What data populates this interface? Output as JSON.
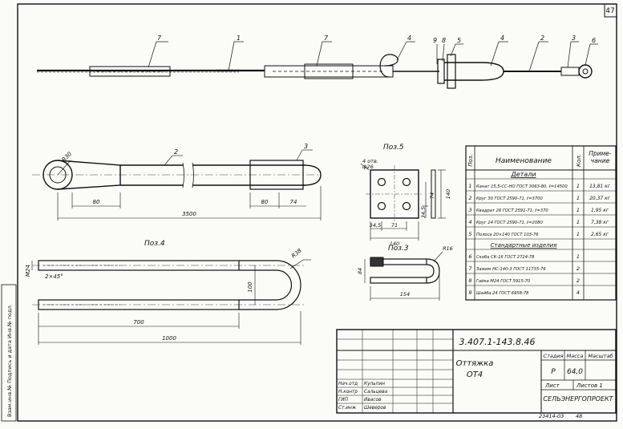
{
  "sheet_number": "47",
  "drawing_code": "3.407.1-143.8.46",
  "title_line1": "Оттяжка",
  "title_line2": "ОТ4",
  "stamp": {
    "stage_header": "Стадия",
    "mass_header": "Масса",
    "scale_header": "Масштаб",
    "stage": "Р",
    "mass": "64,0",
    "sheet_label": "Лист",
    "sheets_label": "Листов 1",
    "org": "СЕЛЬЭНЕРГОПРОЕКТ",
    "signatures": [
      {
        "role": "Нач.отд",
        "name": "Кульпин"
      },
      {
        "role": "Н.контр",
        "name": "Сальцева"
      },
      {
        "role": "ГИП",
        "name": "Ивасов"
      },
      {
        "role": "Ст.инж",
        "name": "Шеверов"
      }
    ]
  },
  "bottom_code": "23414-03",
  "bottom_page": "48",
  "side_stamp": "Взам.инв.№  Подпись и дата  Инв.№ подл.",
  "spec": {
    "headers": {
      "pos": "Поз.",
      "name": "Наименование",
      "qty": "Кол.",
      "note": "Приме-чание"
    },
    "section_details": "Детали",
    "section_standard": "Стандартные изделия",
    "rows": [
      {
        "pos": "1",
        "name": "Канат 15,5-СС-НО ГОСТ 3063-80, ℓ=14500",
        "qty": "1",
        "note": "13,81 кг"
      },
      {
        "pos": "2",
        "name": "Круг 30 ГОСТ 2590-71, ℓ=3700",
        "qty": "1",
        "note": "20,37 кг"
      },
      {
        "pos": "3",
        "name": "Квадрат 26 ГОСТ 2591-71, ℓ=370",
        "qty": "1",
        "note": "1,95 кг"
      },
      {
        "pos": "4",
        "name": "Круг 24 ГОСТ 2590-71, ℓ=2080",
        "qty": "1",
        "note": "7,38 кг"
      },
      {
        "pos": "5",
        "name": "Полоса 20×140 ГОСТ 103-76",
        "qty": "1",
        "note": "2,65 кг"
      },
      {
        "pos": "6",
        "name": "Скоба СК-16 ГОСТ 2724-78",
        "qty": "1",
        "note": ""
      },
      {
        "pos": "7",
        "name": "Зажим НС-140-3 ГОСТ 11735-76",
        "qty": "2",
        "note": ""
      },
      {
        "pos": "8",
        "name": "Гайка М24 ГОСТ 5915-70",
        "qty": "2",
        "note": ""
      },
      {
        "pos": "9",
        "name": "Шайба 24 ГОСТ 6958-78",
        "qty": "4",
        "note": ""
      }
    ]
  },
  "views": {
    "pos5_title": "Поз.5",
    "pos4_title": "Поз.4",
    "pos3_title": "Поз.3",
    "holes_label": "4 отв.",
    "holes_dia": "ф26"
  },
  "dims": {
    "d3500": "3500",
    "d80a": "80",
    "d80b": "80",
    "d74": "74",
    "r30": "R30",
    "d700": "700",
    "d1000": "1000",
    "d100": "100",
    "r38": "R38",
    "m24": "M24",
    "chamfer": "2×45°",
    "d140_h": "140",
    "d140_v": "140",
    "d345": "34,5",
    "d71": "71",
    "d345v": "34,5",
    "d74v": "74",
    "d154": "154",
    "d84": "84",
    "r16": "R16"
  },
  "callouts": {
    "c7a": "7",
    "c1": "1",
    "c7b": "7",
    "c4a": "4",
    "c9": "9",
    "c8": "8",
    "c5": "5",
    "c4b": "4",
    "c2": "2",
    "c3": "3",
    "c6": "6",
    "c2b": "2",
    "c3b": "3"
  }
}
